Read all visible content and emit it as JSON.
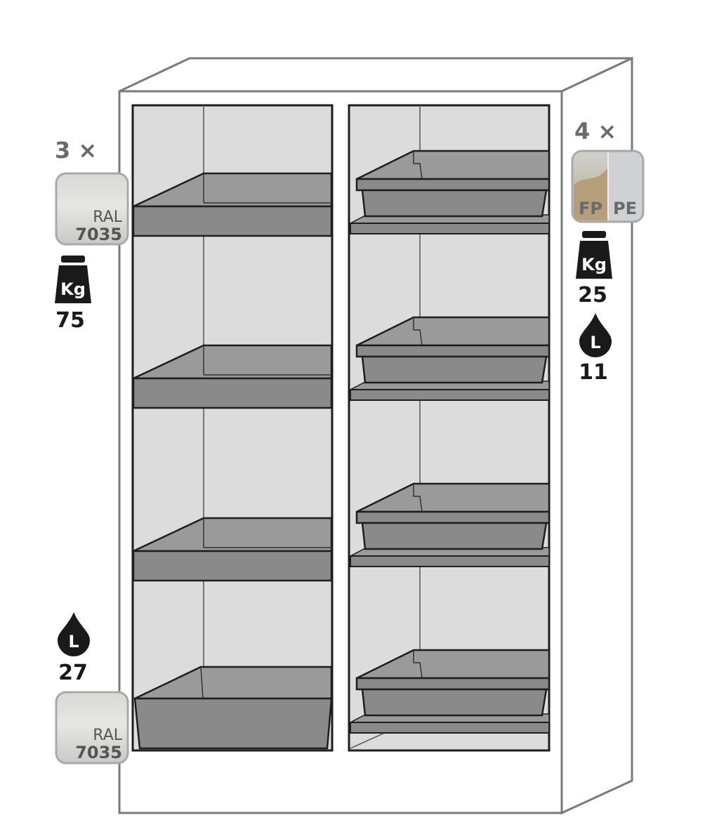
{
  "left": {
    "shelf_count": "3 ×",
    "shelf_swatch": {
      "ral_label": "RAL",
      "ral_code": "7035"
    },
    "shelf_load": {
      "unit": "Kg",
      "value": "75"
    },
    "sump_capacity": {
      "unit": "L",
      "value": "27"
    },
    "sump_swatch": {
      "ral_label": "RAL",
      "ral_code": "7035"
    }
  },
  "right": {
    "tray_count": "4 ×",
    "tray_material": {
      "fp_label": "FP",
      "pe_label": "PE"
    },
    "tray_load": {
      "unit": "Kg",
      "value": "25"
    },
    "tray_capacity": {
      "unit": "L",
      "value": "11"
    }
  },
  "colors": {
    "outline": "#1e1e1e",
    "cabinet_edge": "#7a7a7a",
    "interior": "#dcdcdc",
    "shelf_fill": "#8a8a8a",
    "label_gray": "#6a6a6a",
    "icon_black": "#1a1a1a",
    "swatch_gray": "#d2d2d0"
  }
}
